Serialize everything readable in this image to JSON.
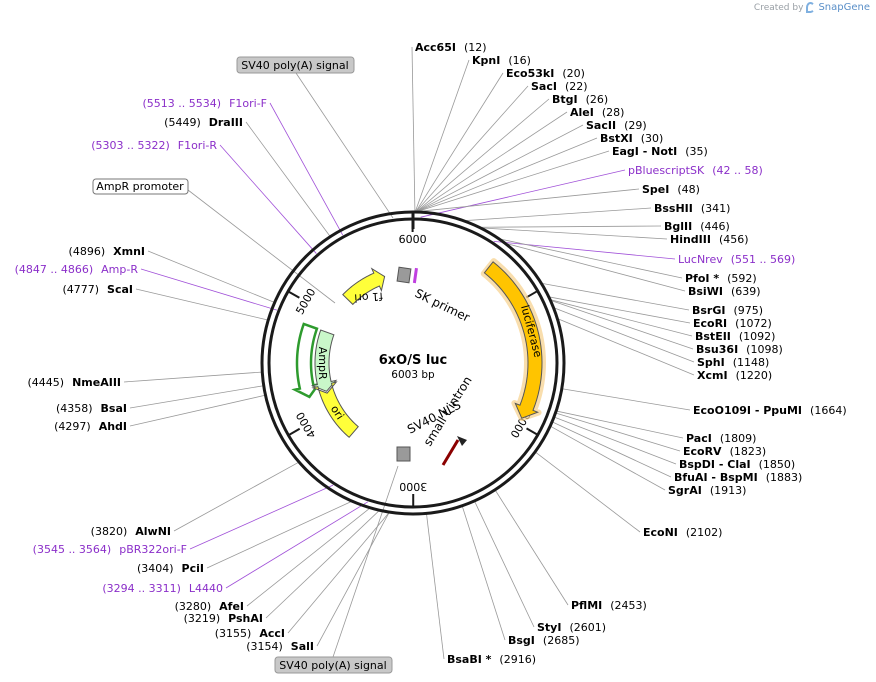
{
  "brand": {
    "created_by": "Created by",
    "name": "SnapGene"
  },
  "plasmid": {
    "name": "6xO/S luc",
    "length_label": "6003 bp",
    "length": 6003
  },
  "ruler_ticks": [
    {
      "label": "1000",
      "pos": 1000
    },
    {
      "label": "2000",
      "pos": 2000
    },
    {
      "label": "3000",
      "pos": 3000
    },
    {
      "label": "4000",
      "pos": 4000
    },
    {
      "label": "5000",
      "pos": 5000
    },
    {
      "label": "6000",
      "pos": 6000
    }
  ],
  "colors": {
    "enzyme": "#000000",
    "primer": "#8b2fc9",
    "luciferase": "#ffc400",
    "ampr": "#c9f7c9",
    "f1ori": "#ffff3a",
    "ori": "#ffff3a",
    "outline": "#333333"
  },
  "features": [
    {
      "id": "luciferase",
      "label": "luciferase",
      "start": 640,
      "end": 1950,
      "color": "#ffc400",
      "dir": 1,
      "kind": "arrow"
    },
    {
      "id": "ampr",
      "label": "AmpR",
      "start": 4830,
      "end": 4200,
      "color": "#c9f7c9",
      "dir": -1,
      "kind": "arrow"
    },
    {
      "id": "f1ori",
      "label": "f1 ori",
      "start": 5240,
      "end": 5700,
      "color": "#ffff3a",
      "dir": 1,
      "kind": "arrow"
    },
    {
      "id": "ori",
      "label": "ori",
      "start": 3680,
      "end": 4180,
      "color": "#ffff3a",
      "dir": -1,
      "kind": "arrow"
    }
  ],
  "inner_labels": [
    {
      "id": "sk-primer",
      "text": "SK primer"
    },
    {
      "id": "sv40-nls",
      "text": "SV40 NLS"
    },
    {
      "id": "small-t-intron",
      "text": "small t intron"
    }
  ],
  "boxed_labels": [
    {
      "id": "sv40-polya-top",
      "text": "SV40 poly(A) signal",
      "style": "grey"
    },
    {
      "id": "ampr-promoter",
      "text": "AmpR promoter",
      "style": "white"
    },
    {
      "id": "sv40-polya-bottom",
      "text": "SV40 poly(A) signal",
      "style": "grey"
    }
  ],
  "right_labels": [
    {
      "name": "Acc65I",
      "pos": "(12)",
      "site": 12
    },
    {
      "name": "KpnI",
      "pos": "(16)",
      "site": 16
    },
    {
      "name": "Eco53kI",
      "pos": "(20)",
      "site": 20
    },
    {
      "name": "SacI",
      "pos": "(22)",
      "site": 22
    },
    {
      "name": "BtgI",
      "pos": "(26)",
      "site": 26
    },
    {
      "name": "AleI",
      "pos": "(28)",
      "site": 28
    },
    {
      "name": "SacII",
      "pos": "(29)",
      "site": 29
    },
    {
      "name": "BstXI",
      "pos": "(30)",
      "site": 30
    },
    {
      "name": "EagI - NotI",
      "pos": "(35)",
      "site": 35
    },
    {
      "name": "pBluescriptSK",
      "pos": "(42 .. 58)",
      "site": 50,
      "primer": true
    },
    {
      "name": "SpeI",
      "pos": "(48)",
      "site": 48
    },
    {
      "name": "BssHII",
      "pos": "(341)",
      "site": 341
    },
    {
      "name": "BglII",
      "pos": "(446)",
      "site": 446
    },
    {
      "name": "HindIII",
      "pos": "(456)",
      "site": 456
    },
    {
      "name": "LucNrev",
      "pos": "(551 .. 569)",
      "site": 560,
      "primer": true
    },
    {
      "name": "PfoI *",
      "pos": "(592)",
      "site": 592
    },
    {
      "name": "BsiWI",
      "pos": "(639)",
      "site": 639
    },
    {
      "name": "BsrGI",
      "pos": "(975)",
      "site": 975
    },
    {
      "name": "EcoRI",
      "pos": "(1072)",
      "site": 1072
    },
    {
      "name": "BstEII",
      "pos": "(1092)",
      "site": 1092
    },
    {
      "name": "Bsu36I",
      "pos": "(1098)",
      "site": 1098
    },
    {
      "name": "SphI",
      "pos": "(1148)",
      "site": 1148
    },
    {
      "name": "XcmI",
      "pos": "(1220)",
      "site": 1220
    },
    {
      "name": "EcoO109I - PpuMI",
      "pos": "(1664)",
      "site": 1664
    },
    {
      "name": "PacI",
      "pos": "(1809)",
      "site": 1809
    },
    {
      "name": "EcoRV",
      "pos": "(1823)",
      "site": 1823
    },
    {
      "name": "BspDI - ClaI",
      "pos": "(1850)",
      "site": 1850
    },
    {
      "name": "BfuAI - BspMI",
      "pos": "(1883)",
      "site": 1883
    },
    {
      "name": "SgrAI",
      "pos": "(1913)",
      "site": 1913
    },
    {
      "name": "EcoNI",
      "pos": "(2102)",
      "site": 2102
    },
    {
      "name": "PflMI",
      "pos": "(2453)",
      "site": 2453
    },
    {
      "name": "StyI",
      "pos": "(2601)",
      "site": 2601
    },
    {
      "name": "BsgI",
      "pos": "(2685)",
      "site": 2685
    },
    {
      "name": "BsaBI *",
      "pos": "(2916)",
      "site": 2916
    }
  ],
  "left_labels": [
    {
      "name": "DraIII",
      "pos": "(5449)",
      "site": 5449
    },
    {
      "name": "F1ori-F",
      "pos": "(5513 .. 5534)",
      "site": 5523,
      "primer": true
    },
    {
      "name": "F1ori-R",
      "pos": "(5303 .. 5322)",
      "site": 5312,
      "primer": true
    },
    {
      "name": "XmnI",
      "pos": "(4896)",
      "site": 4896
    },
    {
      "name": "Amp-R",
      "pos": "(4847 .. 4866)",
      "site": 4856,
      "primer": true
    },
    {
      "name": "ScaI",
      "pos": "(4777)",
      "site": 4777
    },
    {
      "name": "NmeAIII",
      "pos": "(4445)",
      "site": 4445
    },
    {
      "name": "BsaI",
      "pos": "(4358)",
      "site": 4358
    },
    {
      "name": "AhdI",
      "pos": "(4297)",
      "site": 4297
    },
    {
      "name": "AlwNI",
      "pos": "(3820)",
      "site": 3820
    },
    {
      "name": "pBR322ori-F",
      "pos": "(3545 .. 3564)",
      "site": 3555,
      "primer": true
    },
    {
      "name": "PciI",
      "pos": "(3404)",
      "site": 3404
    },
    {
      "name": "L4440",
      "pos": "(3294 .. 3311)",
      "site": 3302,
      "primer": true
    },
    {
      "name": "AfeI",
      "pos": "(3280)",
      "site": 3280
    },
    {
      "name": "PshAI",
      "pos": "(3219)",
      "site": 3219
    },
    {
      "name": "AccI",
      "pos": "(3155)",
      "site": 3155
    },
    {
      "name": "SalI",
      "pos": "(3154)",
      "site": 3154
    }
  ]
}
